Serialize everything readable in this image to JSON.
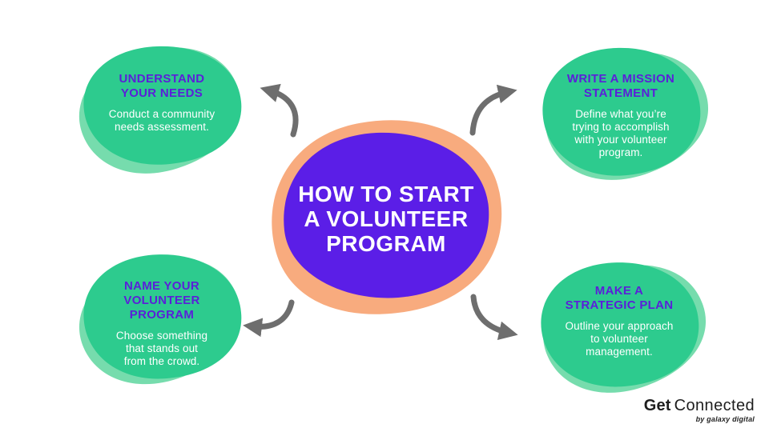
{
  "infographic": {
    "center": {
      "title": "HOW TO START\nA VOLUNTEER\nPROGRAM"
    },
    "steps": [
      {
        "title": "UNDERSTAND\nYOUR NEEDS",
        "description": "Conduct a community\nneeds assessment."
      },
      {
        "title": "WRITE A MISSION\nSTATEMENT",
        "description": "Define what you’re\ntrying to accomplish\nwith your volunteer\nprogram."
      },
      {
        "title": "NAME YOUR\nVOLUNTEER\nPROGRAM",
        "description": "Choose something\nthat stands out\nfrom the crowd."
      },
      {
        "title": "MAKE A\nSTRATEGIC PLAN",
        "description": "Outline your approach\nto volunteer\nmanagement."
      }
    ],
    "colors": {
      "card_green": "#2DCB8E",
      "card_green_light": "#76DCAD",
      "center_purple": "#5B1EE7",
      "center_orange": "#F8AB7E",
      "heading_purple": "#5B1FD9",
      "body_white": "#FFFFFF",
      "arrow_gray": "#6E6E6E",
      "logo_dark": "#1E1E1E"
    },
    "brand": {
      "name_bold": "Get",
      "name_light": "Connected",
      "tagline": "by galaxy digital"
    }
  }
}
